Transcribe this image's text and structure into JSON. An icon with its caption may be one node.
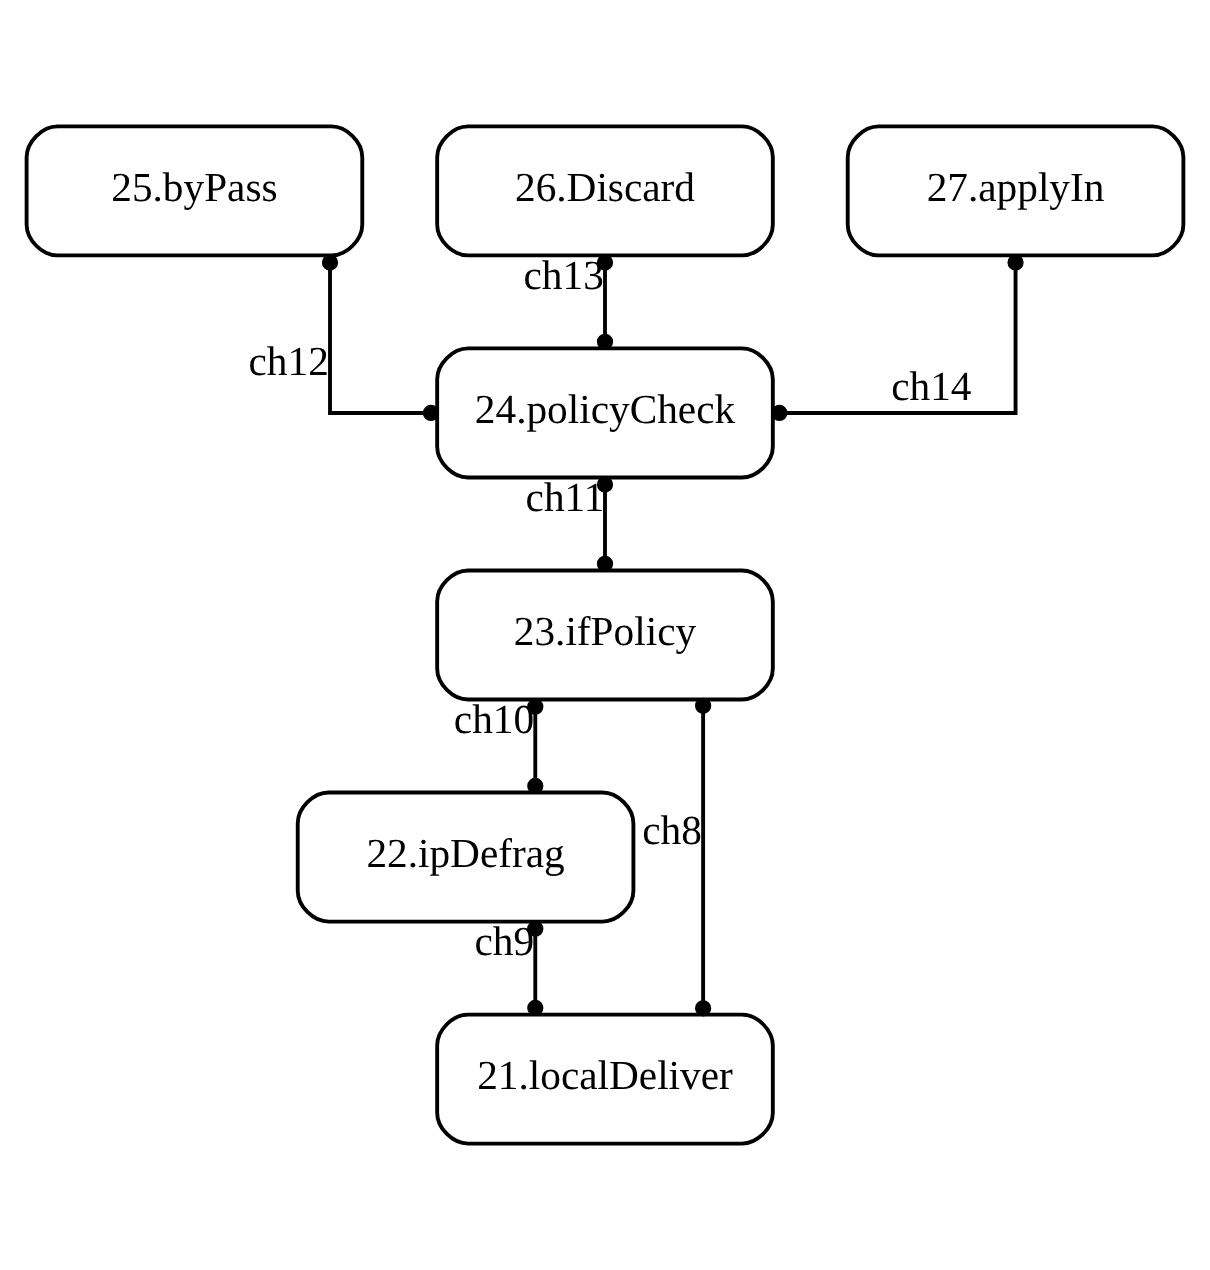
{
  "diagram": {
    "nodes": [
      {
        "text": [
          "25.byPass"
        ]
      },
      {
        "text": [
          "26.Discard"
        ]
      },
      {
        "text": [
          "27.applyIn"
        ]
      },
      {
        "text": [
          "24.policyCheck"
        ]
      },
      {
        "text": [
          "23.ifPolicy"
        ]
      },
      {
        "text": [
          "22.ipDefrag"
        ]
      },
      {
        "text": [
          "21.localDeliver"
        ]
      }
    ],
    "edges": [
      {
        "from": 0,
        "to": 3,
        "arrow": "other",
        "label": "ch12"
      },
      {
        "from": 1,
        "to": 3,
        "arrow": "other",
        "label": "ch13"
      },
      {
        "from": 2,
        "to": 3,
        "arrow": "other",
        "label": "ch14"
      },
      {
        "from": 3,
        "to": 4,
        "arrow": "other",
        "label": "ch11"
      },
      {
        "from": 4,
        "to": 5,
        "arrow": "other",
        "label": "ch10"
      },
      {
        "from": 4,
        "to": 6,
        "arrow": "other",
        "label": "ch8"
      },
      {
        "from": 5,
        "to": 6,
        "arrow": "other",
        "label": "ch9"
      }
    ]
  }
}
